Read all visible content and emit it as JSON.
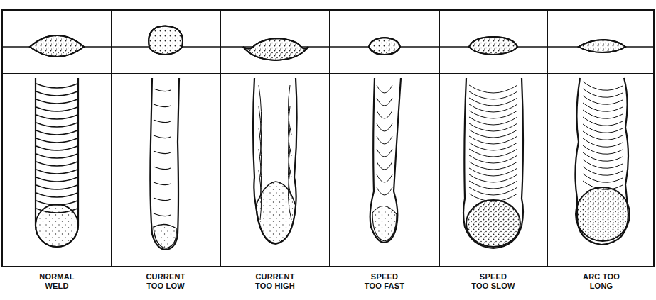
{
  "diagram": {
    "labels": [
      "NORMAL WELD",
      "CURRENT TOO LOW",
      "CURRENT TOO HIGH",
      "SPEED TOO FAST",
      "SPEED TOO SLOW",
      "ARC TOO LONG"
    ]
  }
}
